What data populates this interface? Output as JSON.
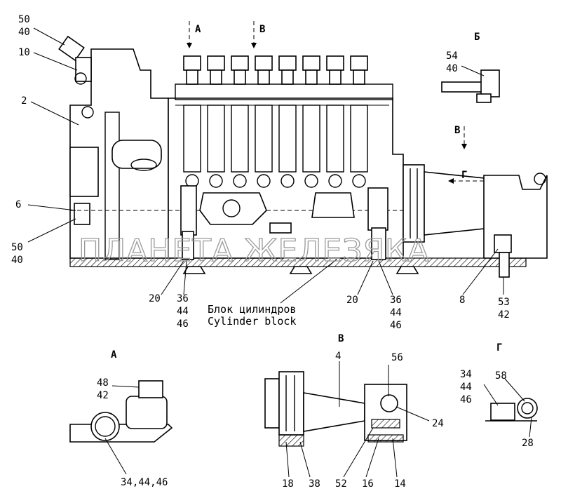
{
  "caption": {
    "ru": "Блок цилиндров",
    "en": "Cylinder block"
  },
  "watermark": "ПЛАНЕТА ЖЕЛЕЗЯКА",
  "view_letters": {
    "A_arrow": "А",
    "B_arrow": "В",
    "B_top_right": "Б",
    "V_arrow": "В",
    "G_arrow": "Г",
    "A_detail": "А",
    "V_detail": "В",
    "G_detail": "Г"
  },
  "callouts": {
    "c50_40_top": [
      "50",
      "40"
    ],
    "c10": "10",
    "c2": "2",
    "c6": "6",
    "c50_40_bottom": [
      "50",
      "40"
    ],
    "c20_left": "20",
    "c36_44_46_left": [
      "36",
      "44",
      "46"
    ],
    "c20_right": "20",
    "c36_44_46_right": [
      "36",
      "44",
      "46"
    ],
    "c8": "8",
    "c53_42": [
      "53",
      "42"
    ],
    "c54_40": [
      "54",
      "40"
    ],
    "c48_42": [
      "48",
      "42"
    ],
    "c34_44_46_A": "34,44,46",
    "c4": "4",
    "c56": "56",
    "c24": "24",
    "c18": "18",
    "c38": "38",
    "c52": "52",
    "c16": "16",
    "c14": "14",
    "c34_44_46_G": [
      "34",
      "44",
      "46"
    ],
    "c58": "58",
    "c28": "28"
  }
}
